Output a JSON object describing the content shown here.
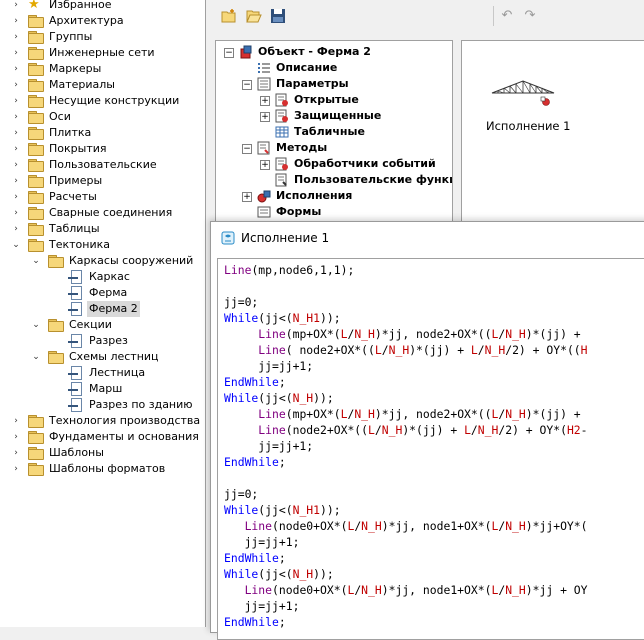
{
  "left_tree": {
    "items": [
      {
        "label": "Избранное",
        "icon": "star-icon",
        "expander": "›"
      },
      {
        "label": "Архитектура",
        "icon": "folder-icon",
        "expander": "›"
      },
      {
        "label": "Группы",
        "icon": "folder-icon",
        "expander": "›"
      },
      {
        "label": "Инженерные сети",
        "icon": "folder-icon",
        "expander": "›"
      },
      {
        "label": "Маркеры",
        "icon": "folder-icon",
        "expander": "›"
      },
      {
        "label": "Материалы",
        "icon": "folder-icon",
        "expander": "›"
      },
      {
        "label": "Несущие конструкции",
        "icon": "folder-icon",
        "expander": "›"
      },
      {
        "label": "Оси",
        "icon": "folder-icon",
        "expander": "›"
      },
      {
        "label": "Плитка",
        "icon": "folder-icon",
        "expander": "›"
      },
      {
        "label": "Покрытия",
        "icon": "folder-icon",
        "expander": "›"
      },
      {
        "label": "Пользовательские",
        "icon": "folder-icon",
        "expander": "›"
      },
      {
        "label": "Примеры",
        "icon": "folder-icon",
        "expander": "›"
      },
      {
        "label": "Расчеты",
        "icon": "folder-icon",
        "expander": "›"
      },
      {
        "label": "Сварные соединения",
        "icon": "folder-icon",
        "expander": "›"
      },
      {
        "label": "Таблицы",
        "icon": "folder-icon",
        "expander": "›"
      },
      {
        "label": "Тектоника",
        "icon": "folder-icon",
        "expander": "⌄"
      },
      {
        "label": "Каркасы сооружений",
        "icon": "folder-icon",
        "expander": "⌄"
      },
      {
        "label": "Каркас",
        "icon": "document-icon",
        "expander": ""
      },
      {
        "label": "Ферма",
        "icon": "document-icon",
        "expander": ""
      },
      {
        "label": "Ферма 2",
        "icon": "document-icon",
        "expander": "",
        "selected": true
      },
      {
        "label": "Секции",
        "icon": "folder-icon",
        "expander": "⌄"
      },
      {
        "label": "Разрез",
        "icon": "document-icon",
        "expander": ""
      },
      {
        "label": "Схемы лестниц",
        "icon": "folder-icon",
        "expander": "⌄"
      },
      {
        "label": "Лестница",
        "icon": "document-icon",
        "expander": ""
      },
      {
        "label": "Марш",
        "icon": "document-icon",
        "expander": ""
      },
      {
        "label": "Разрез по зданию",
        "icon": "document-icon",
        "expander": ""
      },
      {
        "label": "Технология производства",
        "icon": "folder-icon",
        "expander": "›"
      },
      {
        "label": "Фундаменты и основания",
        "icon": "folder-icon",
        "expander": "›"
      },
      {
        "label": "Шаблоны",
        "icon": "folder-icon",
        "expander": "›"
      },
      {
        "label": "Шаблоны форматов",
        "icon": "folder-icon",
        "expander": "›"
      }
    ]
  },
  "toolbar": {
    "buttons": [
      "new-folder-icon",
      "open-folder-icon",
      "save-icon",
      "undo-icon",
      "redo-icon"
    ]
  },
  "object_tree": {
    "items": [
      {
        "label": "Объект - Ферма 2",
        "expander": "−",
        "icon": "object-icon"
      },
      {
        "label": "Описание",
        "expander": "",
        "icon": "list-icon"
      },
      {
        "label": "Параметры",
        "expander": "−",
        "icon": "params-icon"
      },
      {
        "label": "Открытые",
        "expander": "+",
        "icon": "params-open-icon"
      },
      {
        "label": "Защищенные",
        "expander": "+",
        "icon": "params-protected-icon"
      },
      {
        "label": "Табличные",
        "expander": "",
        "icon": "table-icon"
      },
      {
        "label": "Методы",
        "expander": "−",
        "icon": "methods-icon"
      },
      {
        "label": "Обработчики событий",
        "expander": "+",
        "icon": "event-handlers-icon"
      },
      {
        "label": "Пользовательские функции",
        "expander": "",
        "icon": "user-functions-icon"
      },
      {
        "label": "Исполнения",
        "expander": "+",
        "icon": "variants-icon"
      },
      {
        "label": "Формы",
        "expander": "",
        "icon": "forms-icon"
      }
    ]
  },
  "preview": {
    "item_label": "Исполнение 1"
  },
  "editor": {
    "title": "Исполнение 1",
    "lines": [
      [
        [
          "k",
          "Line"
        ],
        [
          "p",
          "(mp,node6,1,1);"
        ]
      ],
      [],
      [
        [
          "p",
          "jj=0;"
        ]
      ],
      [
        [
          "k2",
          "While"
        ],
        [
          "p",
          "(jj<("
        ],
        [
          "v",
          "N_H1"
        ],
        [
          "p",
          "));"
        ]
      ],
      [
        [
          "p",
          "     "
        ],
        [
          "k",
          "Line"
        ],
        [
          "p",
          "(mp+OX*("
        ],
        [
          "v",
          "L"
        ],
        [
          "p",
          "/"
        ],
        [
          "v",
          "N_H"
        ],
        [
          "p",
          ")*jj, node2+OX*(("
        ],
        [
          "v",
          "L"
        ],
        [
          "p",
          "/"
        ],
        [
          "v",
          "N_H"
        ],
        [
          "p",
          ")*(jj) + "
        ]
      ],
      [
        [
          "p",
          "     "
        ],
        [
          "k",
          "Line"
        ],
        [
          "p",
          "( node2+OX*(("
        ],
        [
          "v",
          "L"
        ],
        [
          "p",
          "/"
        ],
        [
          "v",
          "N_H"
        ],
        [
          "p",
          ")*(jj) + "
        ],
        [
          "v",
          "L"
        ],
        [
          "p",
          "/"
        ],
        [
          "v",
          "N_H"
        ],
        [
          "p",
          "/2) + OY*(("
        ],
        [
          "v",
          "H"
        ]
      ],
      [
        [
          "p",
          "     jj=jj+1;"
        ]
      ],
      [
        [
          "k2",
          "EndWhile"
        ],
        [
          "p",
          ";"
        ]
      ],
      [
        [
          "k2",
          "While"
        ],
        [
          "p",
          "(jj<("
        ],
        [
          "v",
          "N_H"
        ],
        [
          "p",
          "));"
        ]
      ],
      [
        [
          "p",
          "     "
        ],
        [
          "k",
          "Line"
        ],
        [
          "p",
          "(mp+OX*("
        ],
        [
          "v",
          "L"
        ],
        [
          "p",
          "/"
        ],
        [
          "v",
          "N_H"
        ],
        [
          "p",
          ")*jj, node2+OX*(("
        ],
        [
          "v",
          "L"
        ],
        [
          "p",
          "/"
        ],
        [
          "v",
          "N_H"
        ],
        [
          "p",
          ")*(jj) + "
        ]
      ],
      [
        [
          "p",
          "     "
        ],
        [
          "k",
          "Line"
        ],
        [
          "p",
          "(node2+OX*(("
        ],
        [
          "v",
          "L"
        ],
        [
          "p",
          "/"
        ],
        [
          "v",
          "N_H"
        ],
        [
          "p",
          ")*(jj) + "
        ],
        [
          "v",
          "L"
        ],
        [
          "p",
          "/"
        ],
        [
          "v",
          "N_H"
        ],
        [
          "p",
          "/2) + OY*("
        ],
        [
          "v",
          "H2"
        ],
        [
          "p",
          "-"
        ]
      ],
      [
        [
          "p",
          "     jj=jj+1;"
        ]
      ],
      [
        [
          "k2",
          "EndWhile"
        ],
        [
          "p",
          ";"
        ]
      ],
      [],
      [
        [
          "p",
          "jj=0;"
        ]
      ],
      [
        [
          "k2",
          "While"
        ],
        [
          "p",
          "(jj<("
        ],
        [
          "v",
          "N_H1"
        ],
        [
          "p",
          "));"
        ]
      ],
      [
        [
          "p",
          "   "
        ],
        [
          "k",
          "Line"
        ],
        [
          "p",
          "(node0+OX*("
        ],
        [
          "v",
          "L"
        ],
        [
          "p",
          "/"
        ],
        [
          "v",
          "N_H"
        ],
        [
          "p",
          ")*jj, node1+OX*("
        ],
        [
          "v",
          "L"
        ],
        [
          "p",
          "/"
        ],
        [
          "v",
          "N_H"
        ],
        [
          "p",
          ")*jj+OY*("
        ]
      ],
      [
        [
          "p",
          "   jj=jj+1;"
        ]
      ],
      [
        [
          "k2",
          "EndWhile"
        ],
        [
          "p",
          ";"
        ]
      ],
      [
        [
          "k2",
          "While"
        ],
        [
          "p",
          "(jj<("
        ],
        [
          "v",
          "N_H"
        ],
        [
          "p",
          "));"
        ]
      ],
      [
        [
          "p",
          "   "
        ],
        [
          "k",
          "Line"
        ],
        [
          "p",
          "(node0+OX*("
        ],
        [
          "v",
          "L"
        ],
        [
          "p",
          "/"
        ],
        [
          "v",
          "N_H"
        ],
        [
          "p",
          ")*jj, node1+OX*("
        ],
        [
          "v",
          "L"
        ],
        [
          "p",
          "/"
        ],
        [
          "v",
          "N_H"
        ],
        [
          "p",
          ")*jj + OY"
        ]
      ],
      [
        [
          "p",
          "   jj=jj+1;"
        ]
      ],
      [
        [
          "k2",
          "EndWhile"
        ],
        [
          "p",
          ";"
        ]
      ]
    ]
  }
}
